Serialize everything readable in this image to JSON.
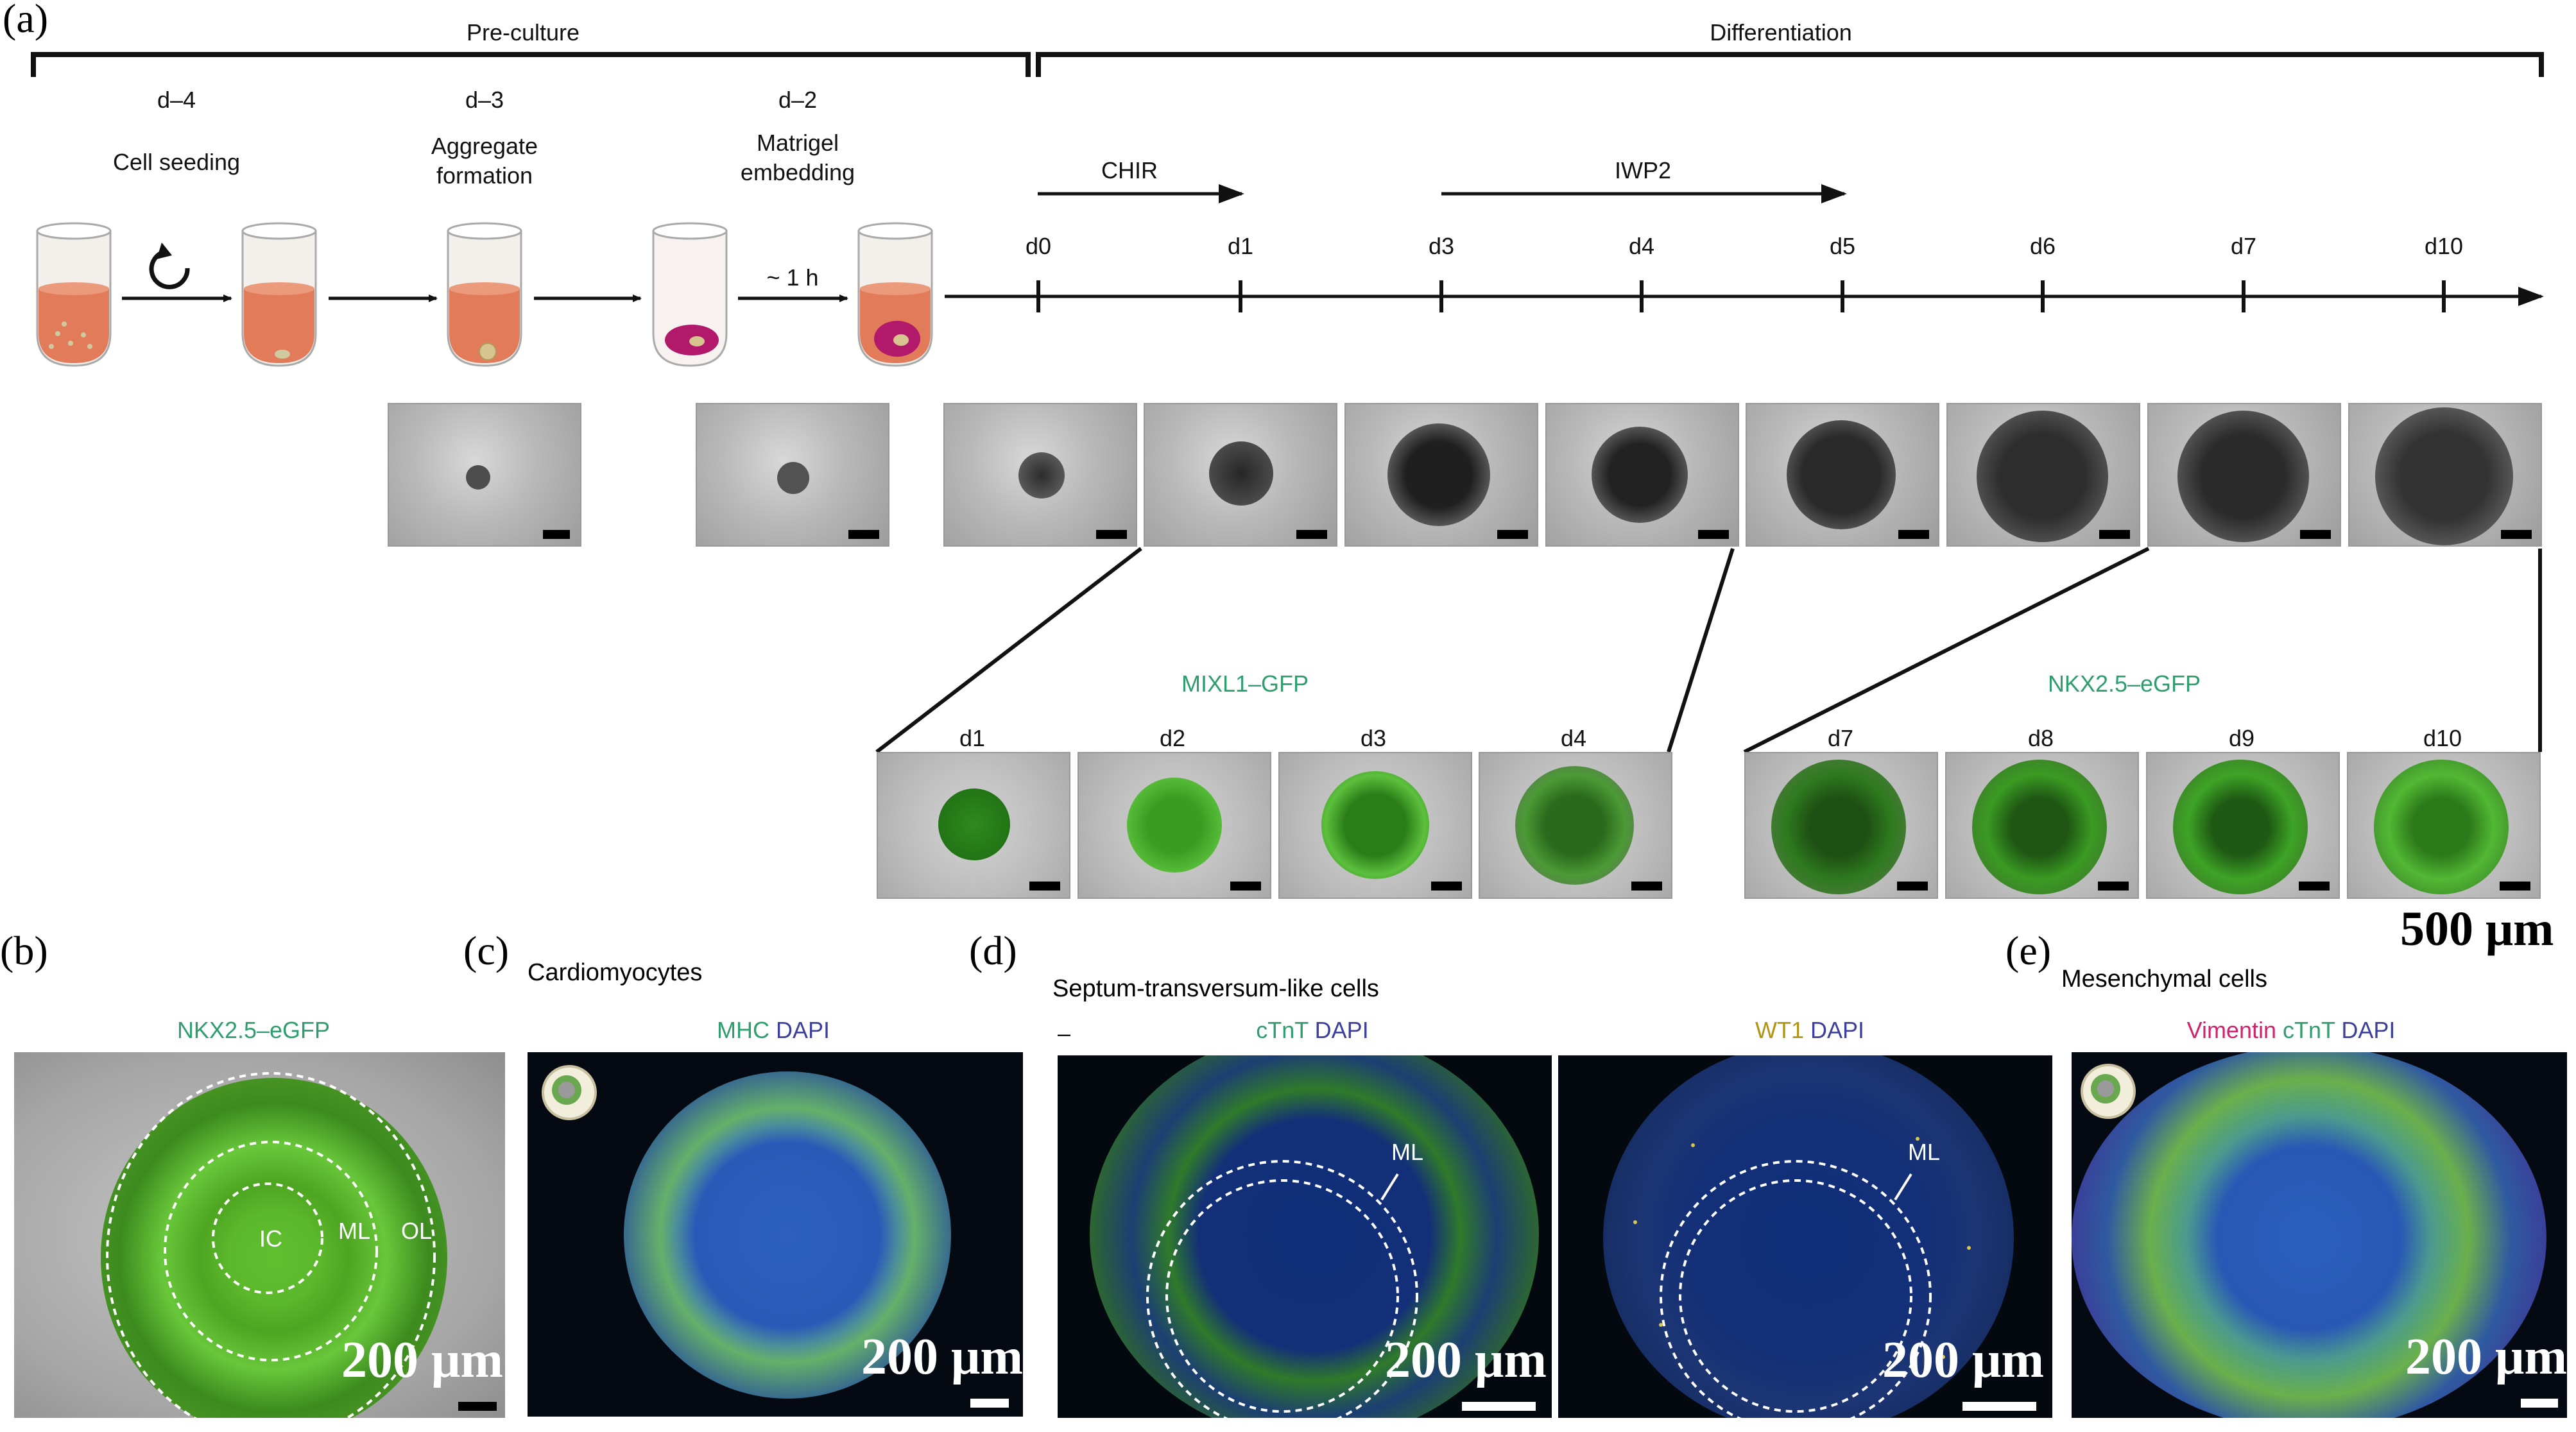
{
  "panels": {
    "a": "(a)",
    "b": "(b)",
    "c": "(c)",
    "d": "(d)",
    "e": "(e)"
  },
  "phases": {
    "preculture": "Pre-culture",
    "differentiation": "Differentiation"
  },
  "steps": [
    {
      "day": "d–4",
      "label": "Cell seeding"
    },
    {
      "day": "d–3",
      "label": "Aggregate\nformation"
    },
    {
      "day": "d–2",
      "label": "Matrigel\nembedding"
    }
  ],
  "wait_label": "~ 1 h",
  "drugs": {
    "chir": "CHIR",
    "iwp2": "IWP2"
  },
  "timeline_days": [
    "d0",
    "d1",
    "d3",
    "d4",
    "d5",
    "d6",
    "d7",
    "d10"
  ],
  "mixl1": {
    "title": "MIXL1–GFP",
    "days": [
      "d1",
      "d2",
      "d3",
      "d4"
    ]
  },
  "nkx": {
    "title": "NKX2.5–eGFP",
    "days": [
      "d7",
      "d8",
      "d9",
      "d10"
    ]
  },
  "scale_500": "500 μm",
  "b": {
    "title": "NKX2.5–eGFP",
    "ic": "IC",
    "ml": "ML",
    "ol": "OL",
    "scale": "200 μm"
  },
  "c": {
    "heading": "Cardiomyocytes",
    "stain1": "MHC",
    "stain2": "DAPI",
    "scale": "200 μm"
  },
  "d": {
    "heading": "Septum-transversum-like cells",
    "dash": "–",
    "left_stain1": "cTnT",
    "left_stain2": "DAPI",
    "right_stain1": "WT1",
    "right_stain2": "DAPI",
    "ml": "ML",
    "scale_left": "200 μm",
    "scale_right": "200 μm"
  },
  "e": {
    "heading": "Mesenchymal cells",
    "stain1": "Vimentin",
    "stain2": "cTnT",
    "stain3": "DAPI",
    "scale": "200 μm"
  }
}
